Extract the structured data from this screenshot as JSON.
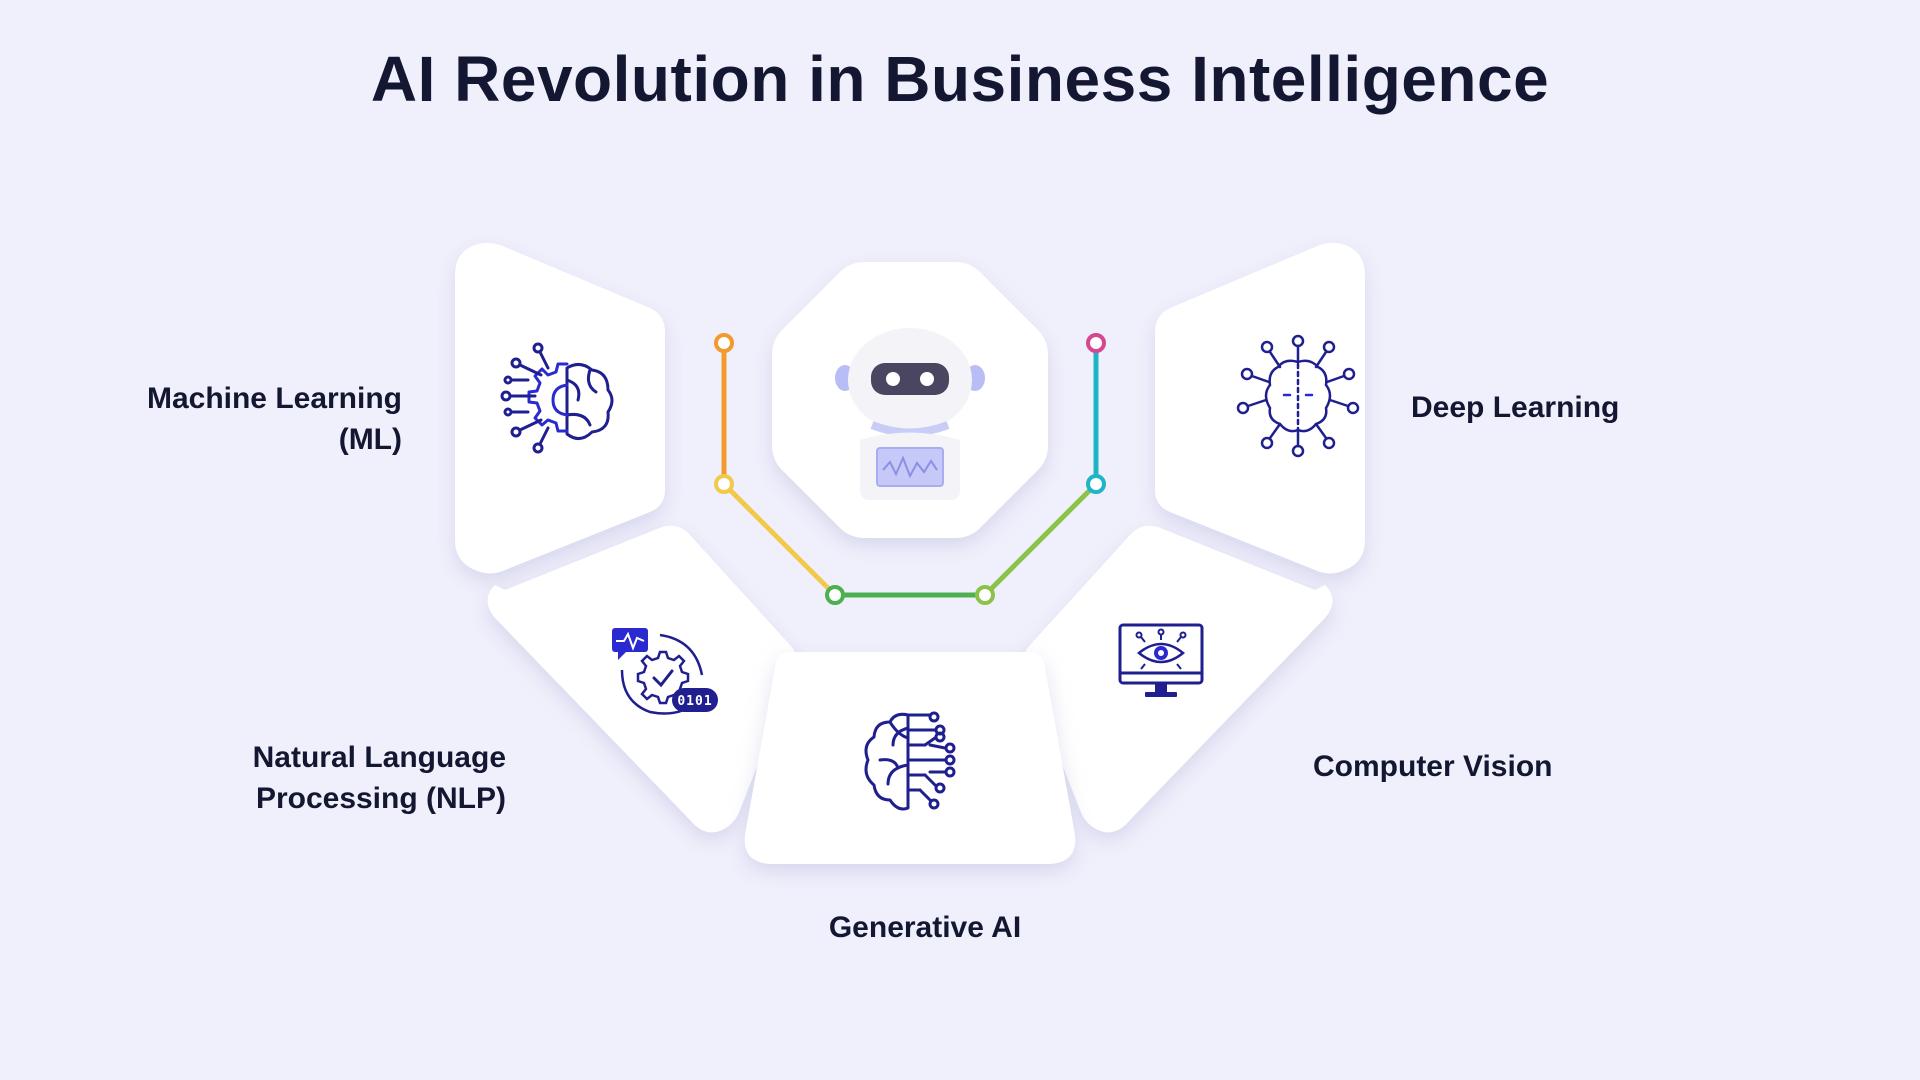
{
  "title": "AI Revolution in Business Intelligence",
  "center": {
    "icon": "robot-icon"
  },
  "segments": [
    {
      "id": "ml",
      "label_line1": "Machine Learning",
      "label_line2": "(ML)",
      "icon": "brain-gear-circuit-icon"
    },
    {
      "id": "nlp",
      "label_line1": "Natural Language",
      "label_line2": "Processing (NLP)",
      "icon": "chat-gear-binary-icon"
    },
    {
      "id": "genai",
      "label_line1": "Generative AI",
      "label_line2": "",
      "icon": "brain-circuit-icon"
    },
    {
      "id": "cv",
      "label_line1": "Computer Vision",
      "label_line2": "",
      "icon": "monitor-eye-icon"
    },
    {
      "id": "dl",
      "label_line1": "Deep Learning",
      "label_line2": "",
      "icon": "neural-brain-icon"
    }
  ],
  "connector_colors": {
    "orange": "#f29a2e",
    "yellow": "#f2c94c",
    "green": "#4caf50",
    "lime": "#8bc34a",
    "teal": "#1fb5c6",
    "pink": "#d4488f"
  },
  "icon_color": "#1f1f8f",
  "accent_color": "#2a2ad0"
}
